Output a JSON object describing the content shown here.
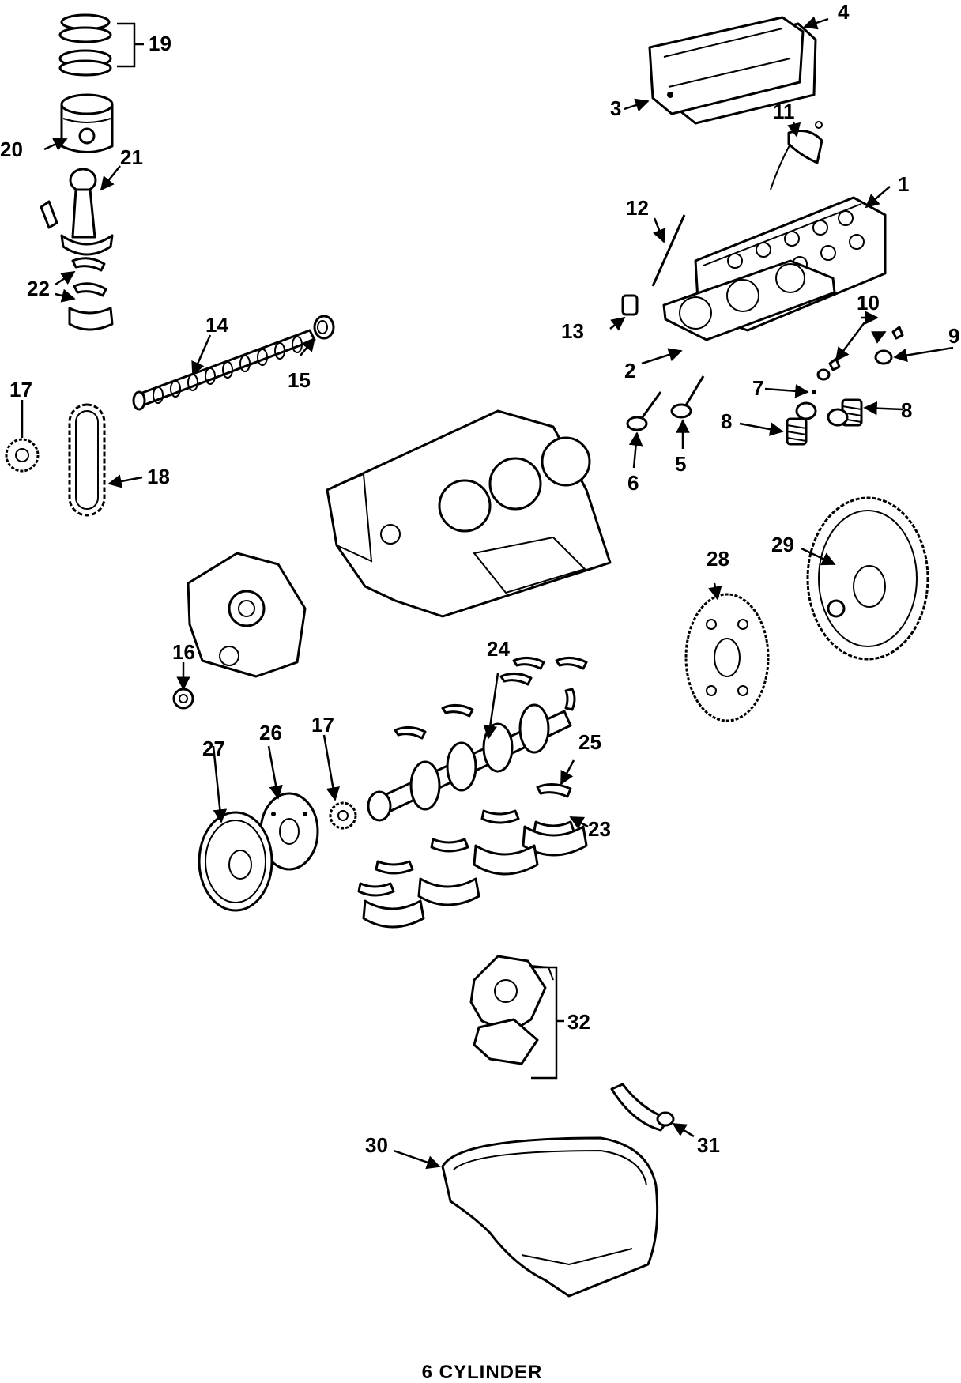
{
  "caption": "6 CYLINDER",
  "callouts": [
    {
      "id": "c1",
      "label": "1"
    },
    {
      "id": "c2",
      "label": "2"
    },
    {
      "id": "c3",
      "label": "3"
    },
    {
      "id": "c4",
      "label": "4"
    },
    {
      "id": "c5",
      "label": "5"
    },
    {
      "id": "c6",
      "label": "6"
    },
    {
      "id": "c7",
      "label": "7"
    },
    {
      "id": "c8a",
      "label": "8"
    },
    {
      "id": "c8b",
      "label": "8"
    },
    {
      "id": "c9",
      "label": "9"
    },
    {
      "id": "c10",
      "label": "10"
    },
    {
      "id": "c11",
      "label": "11"
    },
    {
      "id": "c12",
      "label": "12"
    },
    {
      "id": "c13",
      "label": "13"
    },
    {
      "id": "c14",
      "label": "14"
    },
    {
      "id": "c15",
      "label": "15"
    },
    {
      "id": "c16",
      "label": "16"
    },
    {
      "id": "c17a",
      "label": "17"
    },
    {
      "id": "c17b",
      "label": "17"
    },
    {
      "id": "c18",
      "label": "18"
    },
    {
      "id": "c19",
      "label": "19"
    },
    {
      "id": "c20",
      "label": "20"
    },
    {
      "id": "c21",
      "label": "21"
    },
    {
      "id": "c22",
      "label": "22"
    },
    {
      "id": "c23",
      "label": "23"
    },
    {
      "id": "c24",
      "label": "24"
    },
    {
      "id": "c25",
      "label": "25"
    },
    {
      "id": "c26",
      "label": "26"
    },
    {
      "id": "c27",
      "label": "27"
    },
    {
      "id": "c28",
      "label": "28"
    },
    {
      "id": "c29",
      "label": "29"
    },
    {
      "id": "c30",
      "label": "30"
    },
    {
      "id": "c31",
      "label": "31"
    },
    {
      "id": "c32",
      "label": "32"
    }
  ]
}
